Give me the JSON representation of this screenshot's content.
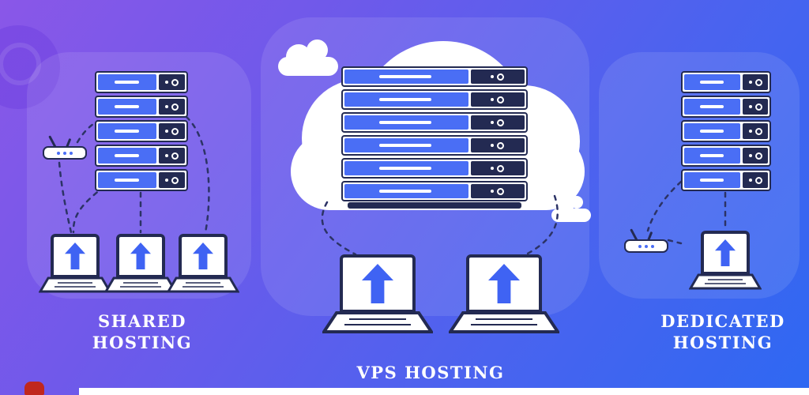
{
  "page": {
    "title": "Hosting Types Illustration"
  },
  "colors": {
    "bg_gradient_start": "#8a57e8",
    "bg_gradient_end": "#2e68f2",
    "panel_overlay": "rgba(255,255,255,0.10)",
    "server_blue": "#4a6ef5",
    "outline_navy": "#232a52",
    "arrow_blue": "#3f63f3",
    "dash_color": "#2c3366",
    "text_color": "#ffffff",
    "cloud_white": "#ffffff",
    "watermark_red": "#c0271d"
  },
  "icons": {
    "upload_arrow": "block-up-arrow",
    "server_indicator_dot": "dot",
    "server_indicator_ring": "ring",
    "router": "wifi-router",
    "cloud": "cloud"
  },
  "sections": {
    "shared": {
      "label_line1": "SHARED",
      "label_line2": "HOSTING",
      "server_count": 5,
      "laptop_count": 3
    },
    "vps": {
      "label": "VPS HOSTING",
      "server_count": 6,
      "laptop_count": 2
    },
    "dedicated": {
      "label_line1": "DEDICATED",
      "label_line2": "HOSTING",
      "server_count": 5,
      "laptop_count": 1
    }
  }
}
